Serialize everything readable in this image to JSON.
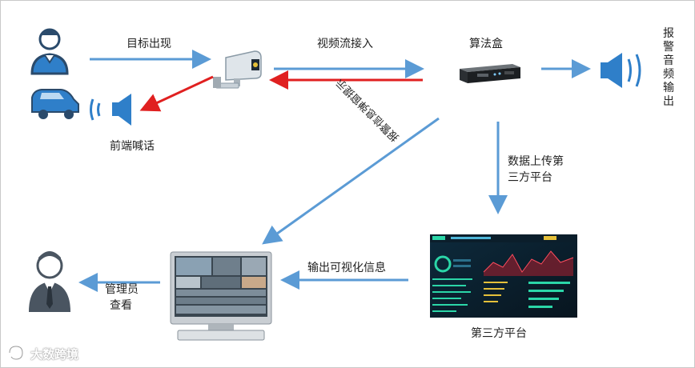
{
  "labels": {
    "target_appears": "目标出现",
    "video_stream": "视频流接入",
    "algo_box": "算法盒",
    "alarm_audio": "报警音频输出",
    "front_shout": "前端喊话",
    "alarm_info": "报警信息弹窗提示",
    "upload_line1": "数据上传第",
    "upload_line2": "三方平台",
    "visual_output": "输出可视化信息",
    "admin_line1": "管理员",
    "admin_line2": "查看",
    "third_platform": "第三方平台"
  },
  "watermark": "大数跨境",
  "colors": {
    "flow_arrow": "#5b9bd5",
    "return_arrow": "#e02020",
    "icon_blue": "#2f7fc9",
    "icon_dark": "#2a4a6b"
  },
  "icons": [
    "person-icon",
    "car-icon",
    "camera-icon",
    "algorithm-box-icon",
    "speaker-icon",
    "dashboard-screen",
    "monitor-icon",
    "admin-icon",
    "watermark-logo"
  ]
}
